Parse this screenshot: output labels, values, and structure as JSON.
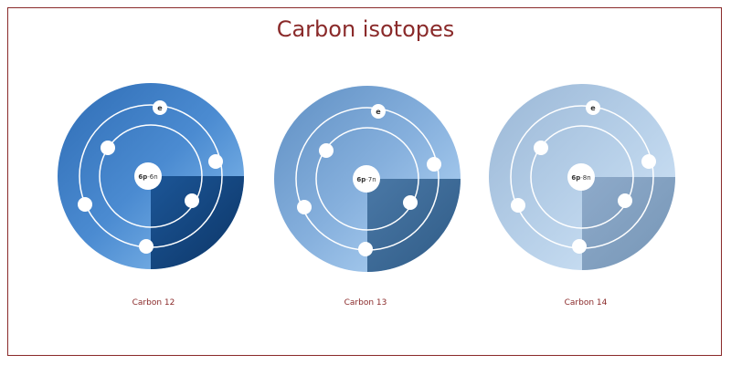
{
  "title": "Carbon isotopes",
  "electron_symbol": "e",
  "atoms": [
    {
      "label": "Carbon 12",
      "nucleus_protons": "6p",
      "nucleus_neutrons": "6n",
      "color_light": "#8fc3f0",
      "color_dark": "#0f3f73",
      "color_mid": "#3a78bd"
    },
    {
      "label": "Carbon 13",
      "nucleus_protons": "6p",
      "nucleus_neutrons": "7n",
      "color_light": "#b8d9f7",
      "color_dark": "#36648f",
      "color_mid": "#6f9ccc"
    },
    {
      "label": "Carbon 14",
      "nucleus_protons": "6p",
      "nucleus_neutrons": "8n",
      "color_light": "#cfe4f8",
      "color_dark": "#809fbe",
      "color_mid": "#a9c4e0"
    }
  ],
  "colors": {
    "frame": "#8a2a2a",
    "title": "#8a2a2a",
    "orbit": "#ffffff",
    "electron": "#ffffff",
    "nucleus": "#ffffff"
  }
}
